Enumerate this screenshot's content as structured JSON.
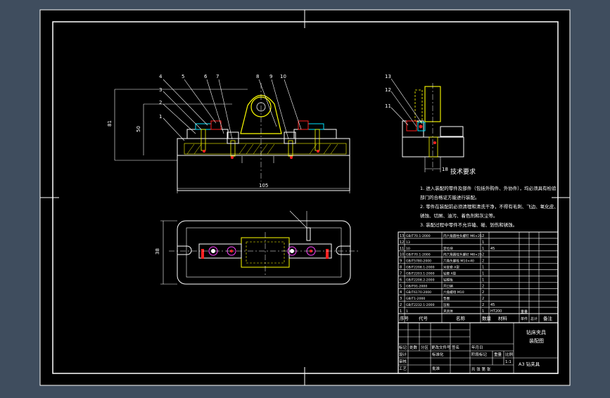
{
  "colors": {
    "background": "#3f4d5e",
    "sheet": "#000000",
    "line": "#ffffff",
    "part": "#ffff00",
    "accent": "#ff2020",
    "cyan": "#00e5ff",
    "magenta": "#ff40ff"
  },
  "balloons_front": [
    "4",
    "3",
    "2",
    "1",
    "5",
    "6",
    "7",
    "8",
    "9",
    "10"
  ],
  "balloons_side": [
    "13",
    "12",
    "11"
  ],
  "dimensions": {
    "front_width": "105",
    "front_height": "81",
    "front_height_inner": "50",
    "side_small": "18",
    "top_height": "38"
  },
  "tech_requirements": {
    "title": "技术要求",
    "lines": [
      "1. 进入装配的零件及部件（包括外购件、外协件），均必须具有检验",
      "部门的合格证方能进行装配。",
      "2. 零件在装配前必须清理和清洗干净，不得有毛刺、飞边、氧化皮、",
      "锈蚀、切屑、油污、着色剂和灰尘等。",
      "3. 装配过程中零件不允许磕、碰、划伤和锈蚀。"
    ]
  },
  "bom_rows": [
    {
      "no": "13",
      "code": "GB/T70.1-2000",
      "name": "内六角圆柱头螺钉 M6×25",
      "qty": "2",
      "mat": "",
      "note": ""
    },
    {
      "no": "12",
      "code": "13",
      "name": "",
      "qty": "1",
      "mat": "",
      "note": ""
    },
    {
      "no": "11",
      "code": "10",
      "name": "定位块",
      "qty": "1",
      "mat": "45",
      "note": ""
    },
    {
      "no": "10",
      "code": "GB/T70.1-2000",
      "name": "内六角圆柱头螺钉 M8×25",
      "qty": "2",
      "mat": "",
      "note": ""
    },
    {
      "no": "9",
      "code": "GB/T5780-2000",
      "name": "六角头螺栓 M10×40",
      "qty": "2",
      "mat": "",
      "note": ""
    },
    {
      "no": "8",
      "code": "GB/T2208.1-2000",
      "name": "对定套 A型",
      "qty": "1",
      "mat": "",
      "note": ""
    },
    {
      "no": "7",
      "code": "GB/T2203.1-2000",
      "name": "钻套 A型",
      "qty": "1",
      "mat": "",
      "note": ""
    },
    {
      "no": "6",
      "code": "GB/T2208.2-2000",
      "name": "钻模板",
      "qty": "1",
      "mat": "",
      "note": ""
    },
    {
      "no": "5",
      "code": "GB/T91-2000",
      "name": "开口销",
      "qty": "2",
      "mat": "",
      "note": ""
    },
    {
      "no": "4",
      "code": "GB/T6170-2000",
      "name": "六角螺母 M10",
      "qty": "2",
      "mat": "",
      "note": ""
    },
    {
      "no": "3",
      "code": "GB/T1-2000",
      "name": "垫圈",
      "qty": "2",
      "mat": "",
      "note": ""
    },
    {
      "no": "2",
      "code": "GB/T2232.1-2000",
      "name": "压板",
      "qty": "2",
      "mat": "45",
      "note": ""
    },
    {
      "no": "1",
      "code": "1",
      "name": "夹具体",
      "qty": "1",
      "mat": "HT200",
      "note": ""
    }
  ],
  "bom_header": {
    "no": "序号",
    "code": "代号",
    "name": "名称",
    "qty": "数量",
    "mat": "材料",
    "unit_weight": "单件",
    "total_weight": "总计",
    "weight": "重量",
    "note": "备注"
  },
  "title_block": {
    "mark": "标记",
    "count": "处数",
    "zone": "分区",
    "change_doc": "更改文件号",
    "sign": "签名",
    "date": "年月日",
    "design": "设计",
    "standard": "标准化",
    "check": "审核",
    "process": "工艺",
    "approve": "批准",
    "stage_mark": "阶段标记",
    "weight": "重量",
    "scale": "比例",
    "scale_value": "1:1",
    "sheets": "共 张 第 张",
    "drawing_no": "A3 钻夹具",
    "drawing_name_lines": [
      "钻床夹具",
      "装配图"
    ]
  }
}
